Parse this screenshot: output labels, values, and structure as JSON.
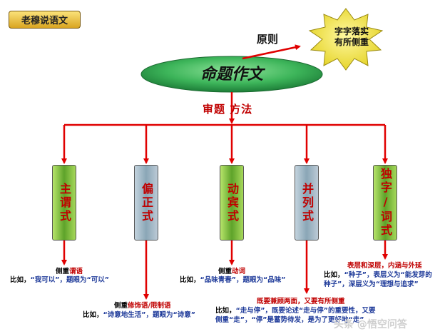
{
  "tag": "老穆说语文",
  "principle": "原则",
  "star": [
    "字字落实",
    "有所侧重"
  ],
  "main_title": "命题作文",
  "method": "审题  方法",
  "boxes": [
    {
      "label": "主谓式"
    },
    {
      "label": "偏正式"
    },
    {
      "label": "动宾式"
    },
    {
      "label": "并列式"
    },
    {
      "label": "独字/词式"
    }
  ],
  "notes": {
    "zhuwei": {
      "focus_prefix": "侧重",
      "focus_value": "谓语",
      "example_prefix": "比如，",
      "example_body": "“我可以”，题眼为“可以”"
    },
    "pianzheng": {
      "focus_prefix": "侧重",
      "focus_value": "修饰语/限制语",
      "example_prefix": "比如，",
      "example_body": "“诗意地生活”，题眼为“诗意”"
    },
    "dongbin": {
      "focus_prefix": "侧重",
      "focus_value": "动词",
      "example_prefix": "比如，",
      "example_body": "“品味青春”，题眼为“品味”"
    },
    "binglie": {
      "focus": "既要兼顾两面，又要有所侧重",
      "line1_prefix": "比如，",
      "line1_body": "“走与停”，既要论述“走与停”的重要性，又要",
      "line2_body": "侧重“走”，“停”是蓄势待发，是为了更好地“走”"
    },
    "duzi": {
      "focus": "表层和深层，内涵与外延",
      "line1_prefix": "比如，",
      "line1_body": "“种子”，表层义为“能发芽的",
      "line2_body": "种子”，深层义为“理想与追求”"
    }
  },
  "watermark": "头条 @悟空问答",
  "colors": {
    "red": "#e00000",
    "accent": "#c00000",
    "ellipse": "#2fa84f",
    "star": "#f3e64a"
  }
}
